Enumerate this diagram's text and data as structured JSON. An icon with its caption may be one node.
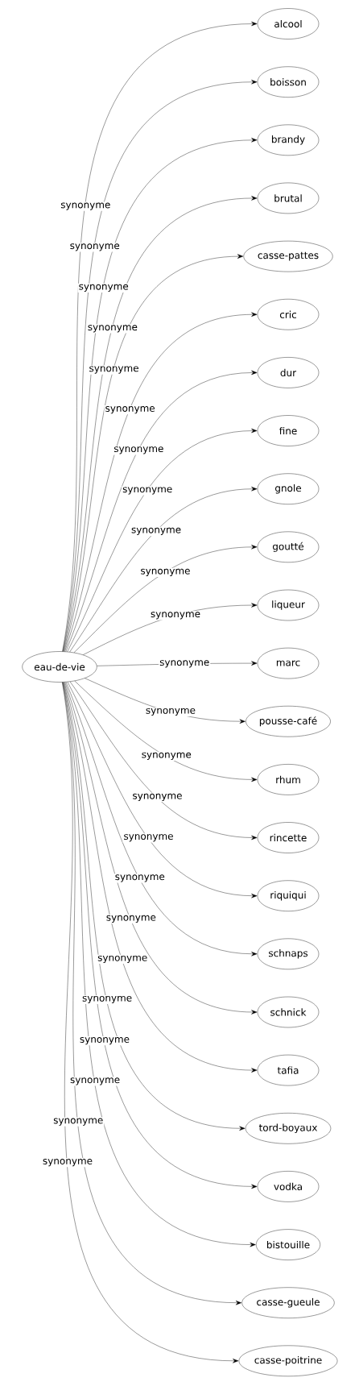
{
  "diagram": {
    "nodes": [
      {
        "text": [
          "eau-de-vie"
        ]
      },
      {
        "text": [
          "alcool"
        ]
      },
      {
        "text": [
          "boisson"
        ]
      },
      {
        "text": [
          "brandy"
        ]
      },
      {
        "text": [
          "brutal"
        ]
      },
      {
        "text": [
          "casse-pattes"
        ]
      },
      {
        "text": [
          "cric"
        ]
      },
      {
        "text": [
          "dur"
        ]
      },
      {
        "text": [
          "fine"
        ]
      },
      {
        "text": [
          "gnole"
        ]
      },
      {
        "text": [
          "goutté"
        ]
      },
      {
        "text": [
          "liqueur"
        ]
      },
      {
        "text": [
          "marc"
        ]
      },
      {
        "text": [
          "pousse-café"
        ]
      },
      {
        "text": [
          "rhum"
        ]
      },
      {
        "text": [
          "rincette"
        ]
      },
      {
        "text": [
          "riquiqui"
        ]
      },
      {
        "text": [
          "schnaps"
        ]
      },
      {
        "text": [
          "schnick"
        ]
      },
      {
        "text": [
          "tafia"
        ]
      },
      {
        "text": [
          "tord-boyaux"
        ]
      },
      {
        "text": [
          "vodka"
        ]
      },
      {
        "text": [
          "bistouille"
        ]
      },
      {
        "text": [
          "casse-gueule"
        ]
      },
      {
        "text": [
          "casse-poitrine"
        ]
      }
    ],
    "edges": [
      {
        "from": 0,
        "to": 1,
        "arrow": "to",
        "label": "synonyme"
      },
      {
        "from": 0,
        "to": 2,
        "arrow": "to",
        "label": "synonyme"
      },
      {
        "from": 0,
        "to": 3,
        "arrow": "to",
        "label": "synonyme"
      },
      {
        "from": 0,
        "to": 4,
        "arrow": "to",
        "label": "synonyme"
      },
      {
        "from": 0,
        "to": 5,
        "arrow": "to",
        "label": "synonyme"
      },
      {
        "from": 0,
        "to": 6,
        "arrow": "to",
        "label": "synonyme"
      },
      {
        "from": 0,
        "to": 7,
        "arrow": "to",
        "label": "synonyme"
      },
      {
        "from": 0,
        "to": 8,
        "arrow": "to",
        "label": "synonyme"
      },
      {
        "from": 0,
        "to": 9,
        "arrow": "to",
        "label": "synonyme"
      },
      {
        "from": 0,
        "to": 10,
        "arrow": "to",
        "label": "synonyme"
      },
      {
        "from": 0,
        "to": 11,
        "arrow": "to",
        "label": "synonyme"
      },
      {
        "from": 0,
        "to": 12,
        "arrow": "to",
        "label": "synonyme"
      },
      {
        "from": 0,
        "to": 13,
        "arrow": "to",
        "label": "synonyme"
      },
      {
        "from": 0,
        "to": 14,
        "arrow": "to",
        "label": "synonyme"
      },
      {
        "from": 0,
        "to": 15,
        "arrow": "to",
        "label": "synonyme"
      },
      {
        "from": 0,
        "to": 16,
        "arrow": "to",
        "label": "synonyme"
      },
      {
        "from": 0,
        "to": 17,
        "arrow": "to",
        "label": "synonyme"
      },
      {
        "from": 0,
        "to": 18,
        "arrow": "to",
        "label": "synonyme"
      },
      {
        "from": 0,
        "to": 19,
        "arrow": "to",
        "label": "synonyme"
      },
      {
        "from": 0,
        "to": 20,
        "arrow": "to",
        "label": "synonyme"
      },
      {
        "from": 0,
        "to": 21,
        "arrow": "to",
        "label": "synonyme"
      },
      {
        "from": 0,
        "to": 22,
        "arrow": "to",
        "label": "synonyme"
      },
      {
        "from": 0,
        "to": 23,
        "arrow": "to",
        "label": "synonyme"
      },
      {
        "from": 0,
        "to": 24,
        "arrow": "to",
        "label": "synonyme"
      }
    ]
  }
}
